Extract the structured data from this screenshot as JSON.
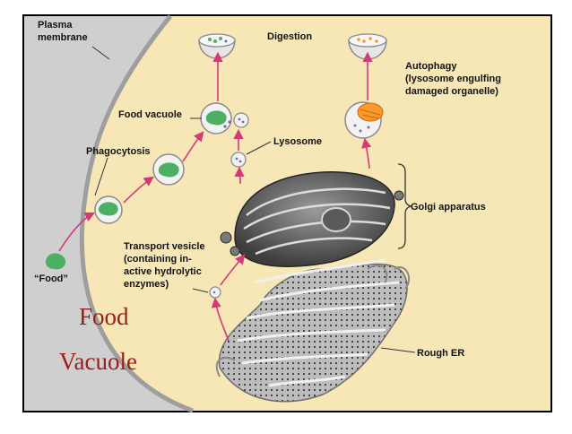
{
  "title": [
    "Food",
    "Vacuole"
  ],
  "labels": {
    "plasma": [
      "Plasma",
      "membrane"
    ],
    "digestion": "Digestion",
    "autophagy": [
      "Autophagy",
      "(lysosome engulfing",
      "damaged organelle)"
    ],
    "food_vacuole": "Food vacuole",
    "lysosome": "Lysosome",
    "phagocytosis": "Phagocytosis",
    "golgi": "Golgi apparatus",
    "transport": [
      "Transport vesicle",
      "(containing in-",
      "active hydrolytic",
      "enzymes)"
    ],
    "food": "“Food”",
    "rough_er": "Rough ER"
  },
  "colors": {
    "cytoplasm": "#f8e7b6",
    "membrane": "#c8c8c8",
    "arrow": "#d23a78",
    "food": "#4caf64",
    "title": "#9b1c1c",
    "organelle": "#ff9a2a"
  }
}
